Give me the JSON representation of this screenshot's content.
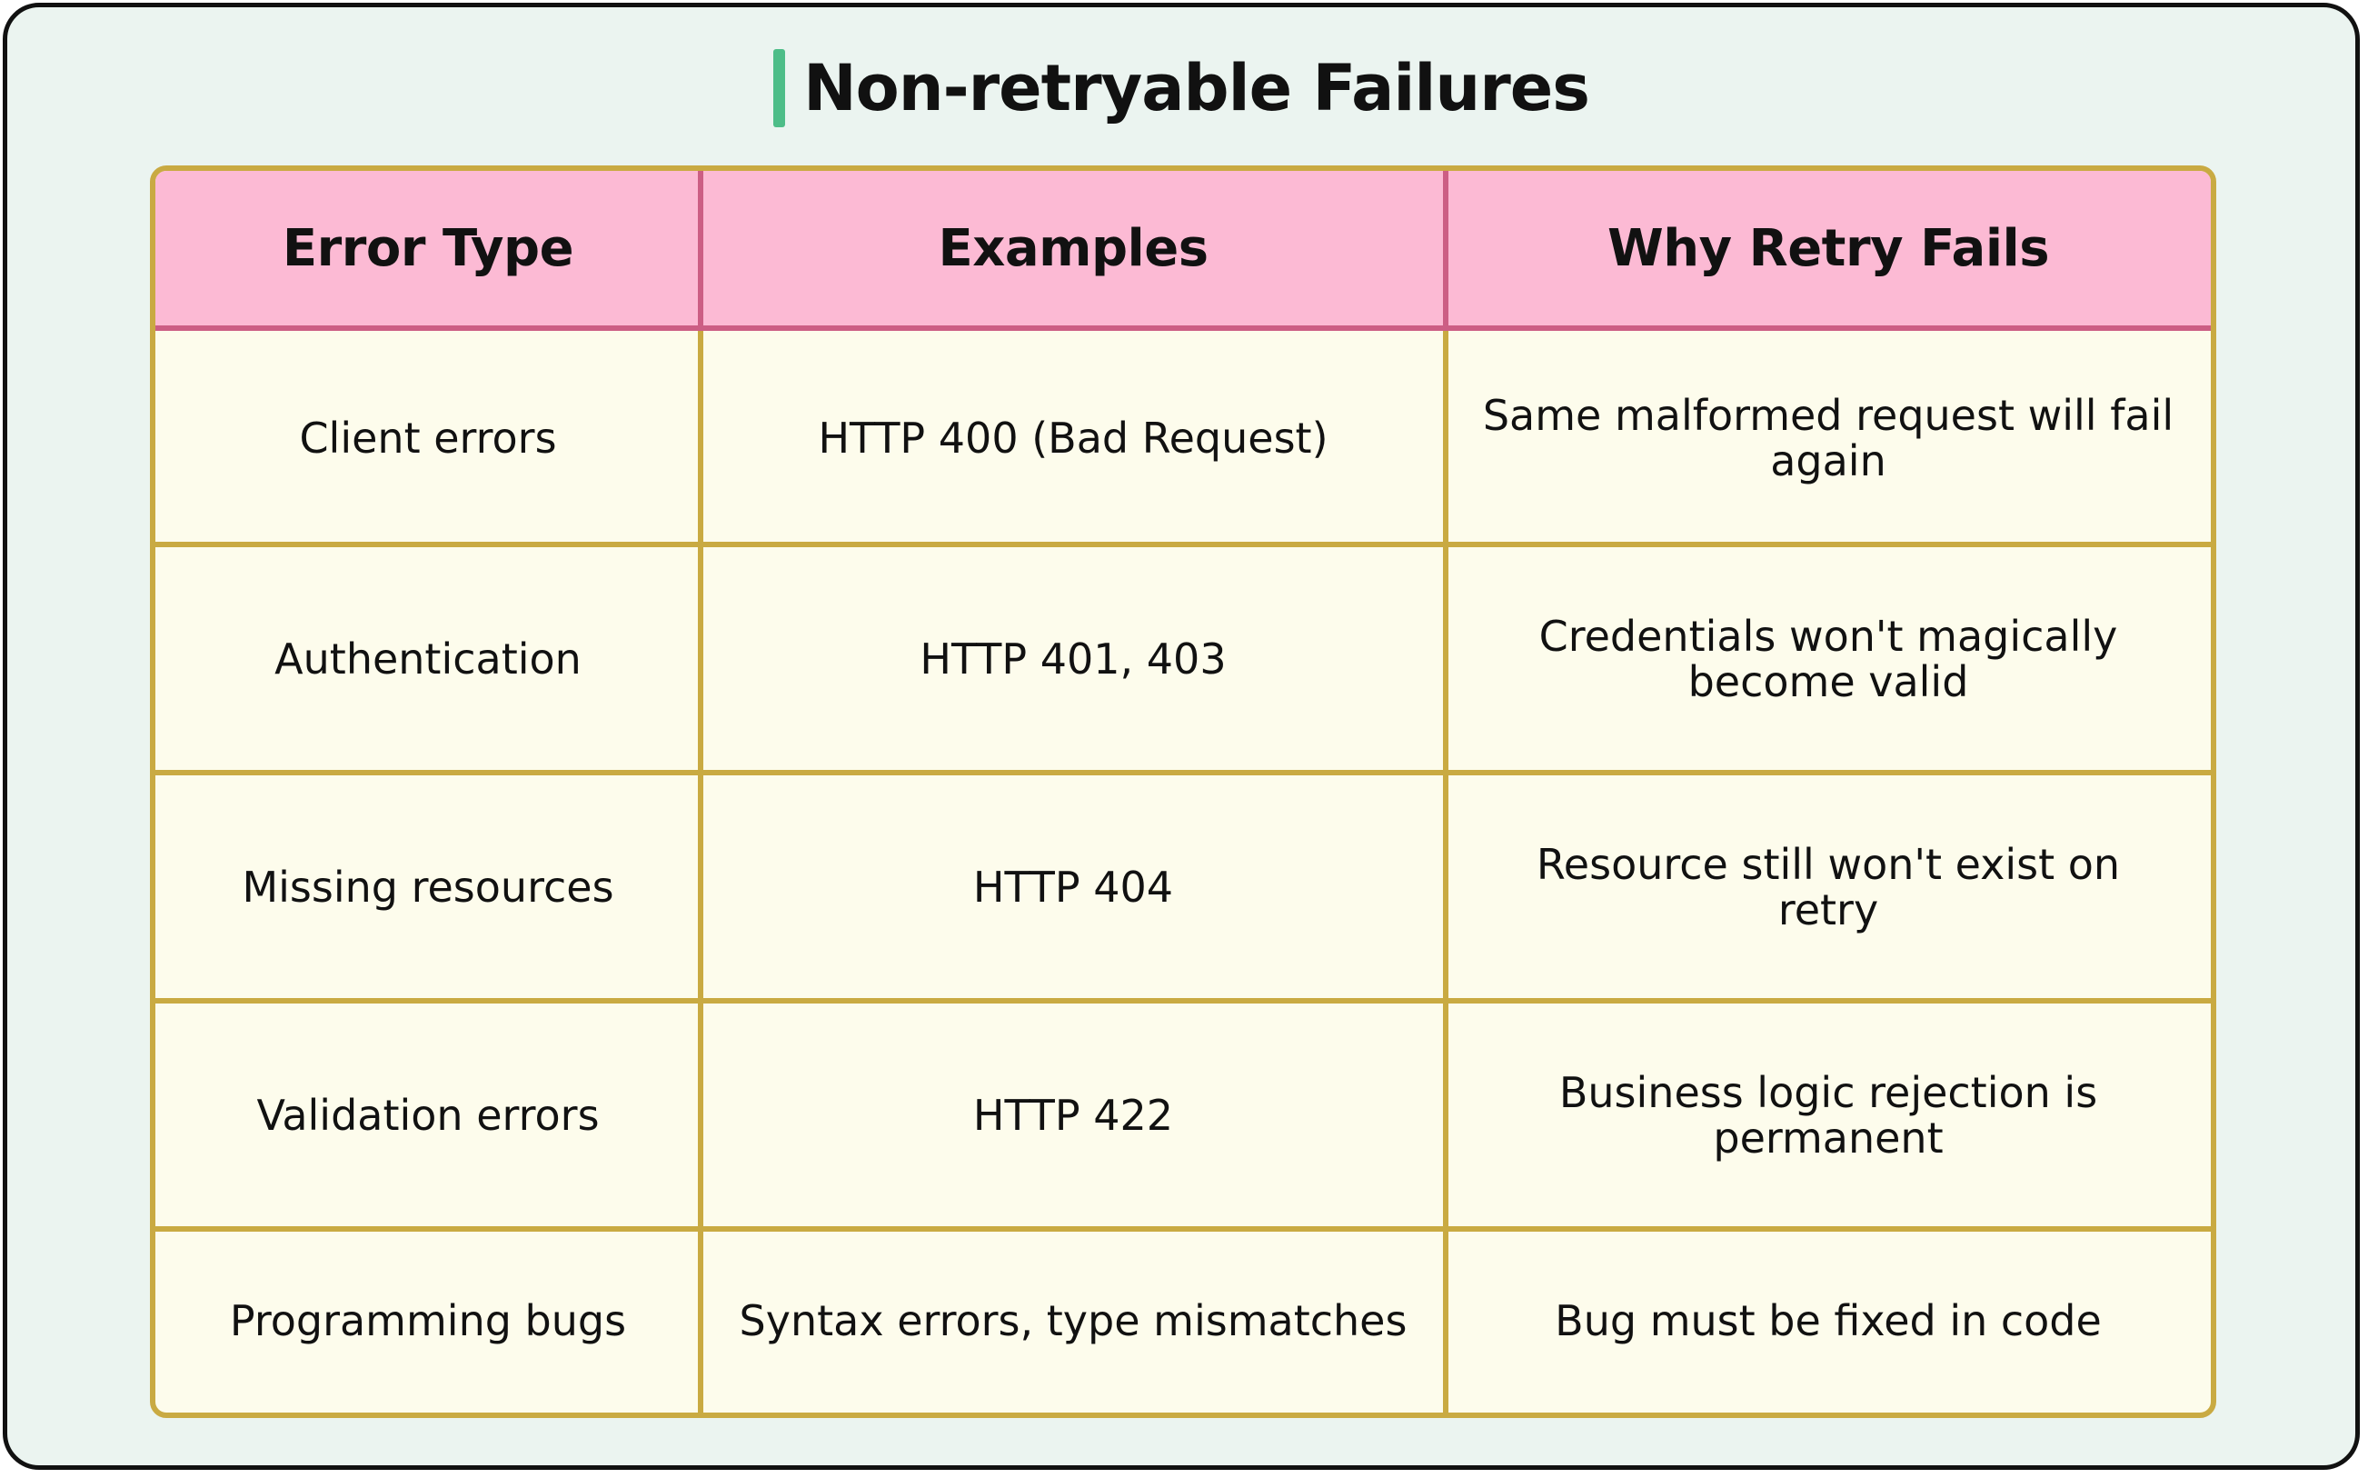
{
  "title": "Non-retryable Failures",
  "colors": {
    "background": "#ebf4f0",
    "title_accent": "#4dbd88",
    "header_fill": "#fcbad4",
    "header_border": "#cc5e84",
    "cell_fill": "#fdfcec",
    "cell_border": "#c9aa42"
  },
  "table": {
    "headers": [
      "Error Type",
      "Examples",
      "Why Retry Fails"
    ],
    "rows": [
      [
        "Client errors",
        "HTTP 400 (Bad Request)",
        "Same malformed request will fail again"
      ],
      [
        "Authentication",
        "HTTP 401, 403",
        "Credentials won't magically become valid"
      ],
      [
        "Missing resources",
        "HTTP 404",
        "Resource still won't exist on retry"
      ],
      [
        "Validation errors",
        "HTTP 422",
        "Business logic rejection is permanent"
      ],
      [
        "Programming bugs",
        "Syntax errors, type mismatches",
        "Bug must be fixed in code"
      ]
    ]
  }
}
